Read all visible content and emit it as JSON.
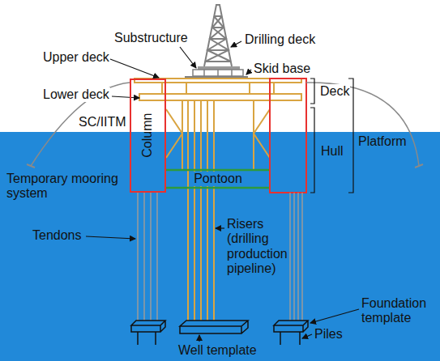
{
  "diagram": {
    "nodes": [
      {
        "text": [
          "Column"
        ]
      }
    ],
    "labels": [
      "Substructure",
      "Drilling deck",
      "Upper deck",
      "Skid base",
      "Deck",
      "Lower deck",
      "Hull",
      "Platform",
      "SC/IITM",
      "Temporary mooring system",
      "Pontoon",
      "Tendons",
      "Risers (drilling production pipeline)",
      "Foundation template",
      "Piles",
      "Well template"
    ]
  }
}
